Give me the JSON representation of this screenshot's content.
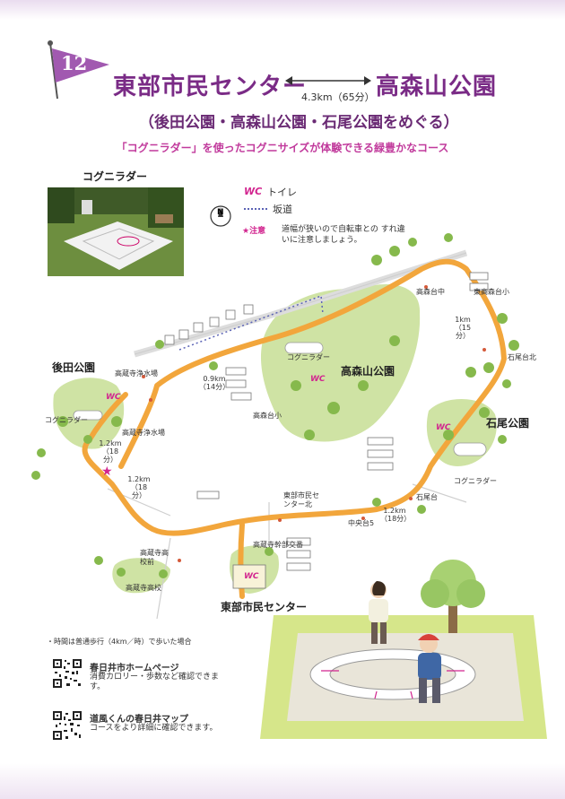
{
  "header": {
    "route_number": "12",
    "from": "東部市民センター",
    "to": "高森山公園",
    "distance_time": "4.3km（65分）",
    "subtitle": "（後田公園・高森山公園・石尾公園をめぐる）",
    "tagline": "「コグニラダー」を使ったコグニサイズが体験できる緑豊かなコース"
  },
  "photo": {
    "caption": "コグニラダー"
  },
  "legend": {
    "compass_label": "N",
    "toilet_mark": "WC",
    "toilet_label": "トイレ",
    "slope_label": "坂道",
    "caution_label": "注意",
    "caution_text": "道幅が狭いので自転車との すれ違いに注意しましょう。"
  },
  "map": {
    "places": {
      "ushiroda": "後田公園",
      "takamoriyama": "高森山公園",
      "ishio": "石尾公園",
      "tobu": "東部市民センター"
    },
    "labels": {
      "kogni_ushiroda": "コグニラダー",
      "kogni_takamori": "コグニラダー",
      "kogni_ishio": "コグニラダー",
      "jousui_north": "高蔵寺浄水場",
      "jousui": "高蔵寺浄水場",
      "takamoridai_naka": "高森台中",
      "higashi_takamori": "東高森台小",
      "takamoridai_sho": "高森台小",
      "ishiodai_kita": "石尾台北",
      "ishiodai": "石尾台",
      "tobu_kita": "東部市民センター北",
      "chuodai5": "中央台5",
      "kousei_front": "高蔵寺高校前",
      "kousei": "高蔵寺高校",
      "kanbu": "高蔵寺幹部交番"
    },
    "distances": {
      "d09": "0.9km（14分）",
      "d1a": "1km（15分）",
      "d12a": "1.2km（18分）",
      "d12b": "1.2km（18分）",
      "d12c": "1.2km（18分）"
    },
    "toilet_marks": [
      "WC",
      "WC",
      "WC",
      "WC"
    ]
  },
  "footer": {
    "time_note": "・時間は普通歩行（4km／時）で歩いた場合",
    "qr1_title": "春日井市ホームページ",
    "qr1_desc": "消費カロリー・歩数など確認できます。",
    "qr2_title": "道風くんの春日井マップ",
    "qr2_desc": "コースをより詳細に確認できます。"
  },
  "colors": {
    "title": "#7a2b86",
    "route": "#f2a63c",
    "park": "#cfe3a4",
    "accent": "#d2258f"
  }
}
